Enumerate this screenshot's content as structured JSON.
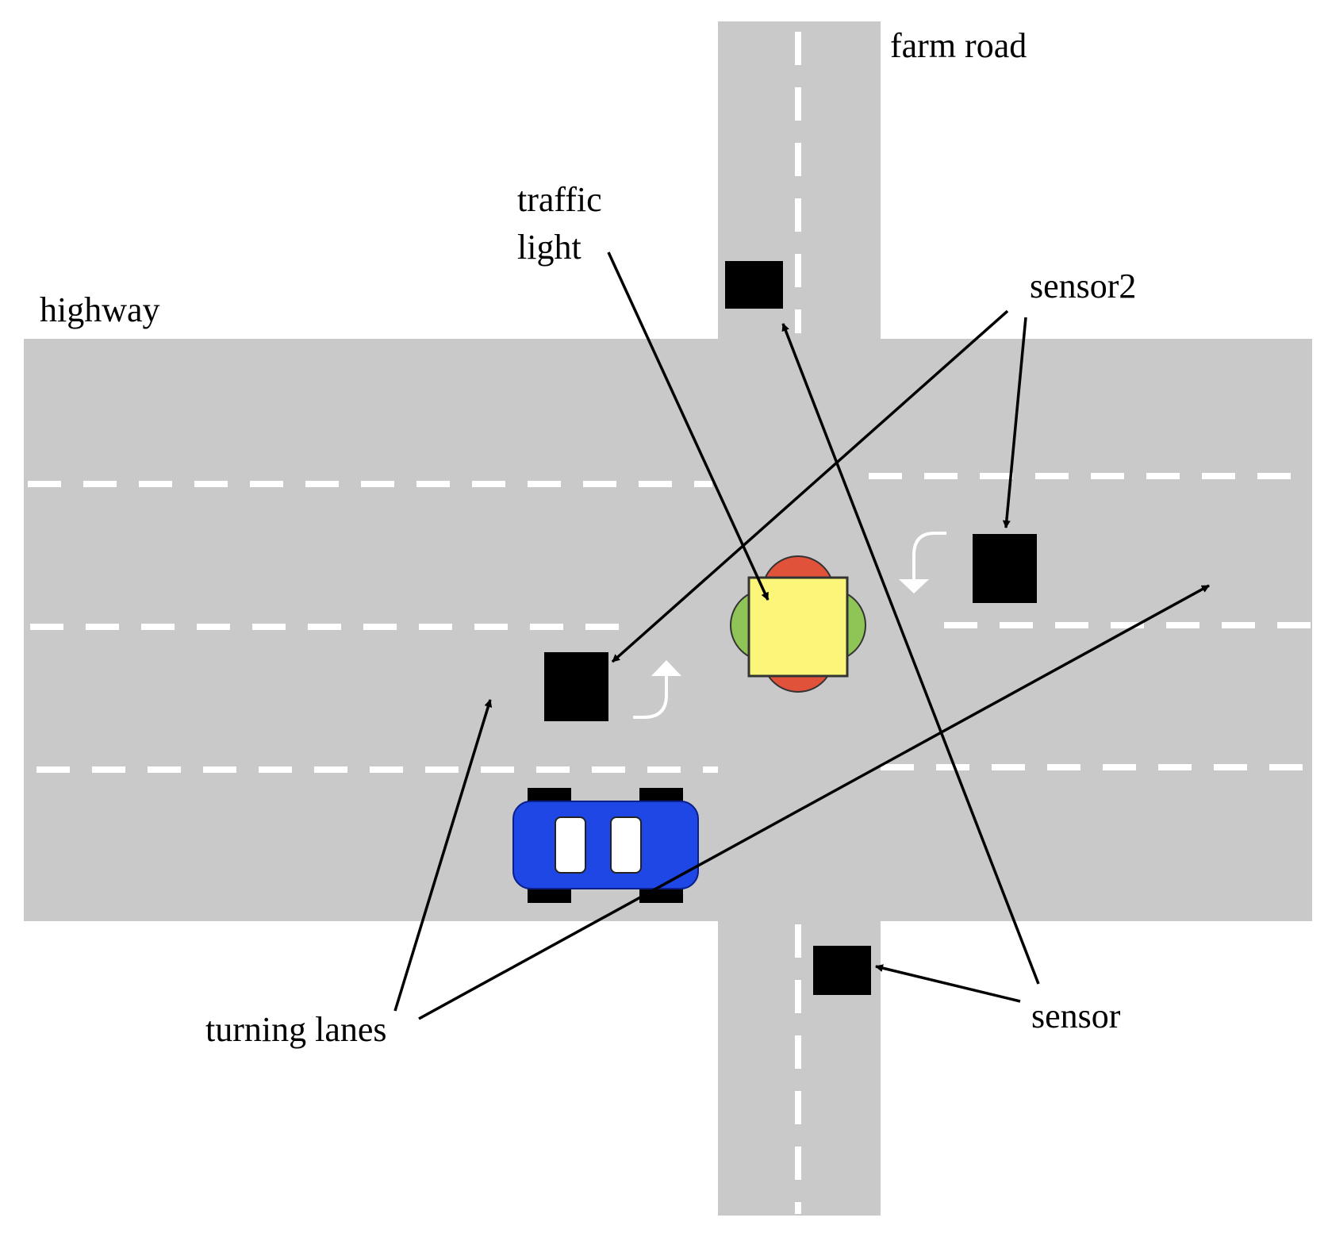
{
  "labels": {
    "farm_road": "farm road",
    "traffic_light_line1": "traffic",
    "traffic_light_line2": "light",
    "highway": "highway",
    "sensor2": "sensor2",
    "sensor": "sensor",
    "turning_lanes": "turning lanes"
  },
  "colors": {
    "road": "#c9c9c9",
    "lane_marking": "#ffffff",
    "sensor": "#000000",
    "car_body": "#1f47e6",
    "car_window": "#ffffff",
    "car_wheel": "#000000",
    "light_box": "#fbf57a",
    "light_red": "#e0533a",
    "light_green": "#8fc456",
    "arrow": "#000000",
    "text": "#000000"
  }
}
